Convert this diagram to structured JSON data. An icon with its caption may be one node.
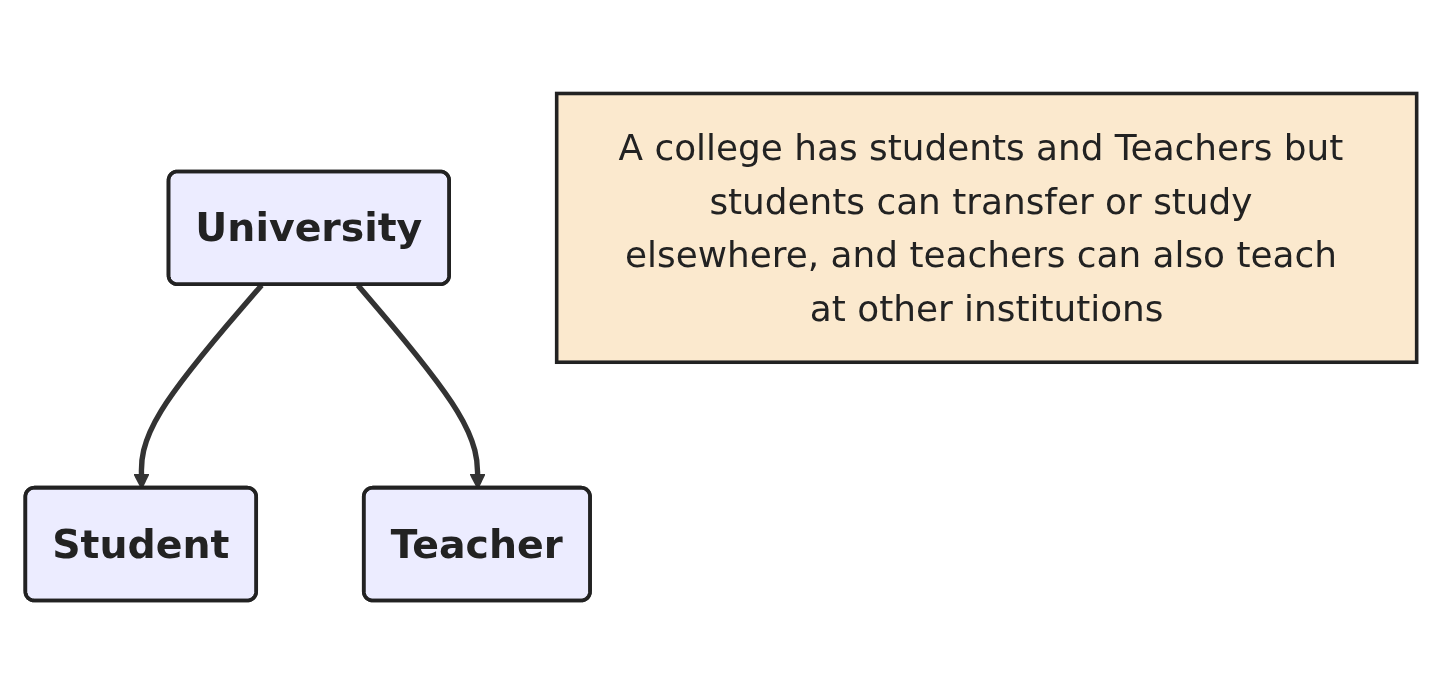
{
  "diagram": {
    "nodes": [
      {
        "text": [
          "University"
        ]
      },
      {
        "text": [
          "Student"
        ]
      },
      {
        "text": [
          "Teacher"
        ]
      },
      {
        "text": [
          "A college has students and Teachers but students can transfer or study elsewhere, and teachers can also teach at other institutions"
        ]
      }
    ],
    "edges": [
      {
        "from": 0,
        "to": 1,
        "arrow": "to"
      },
      {
        "from": 0,
        "to": 2,
        "arrow": "to"
      }
    ]
  }
}
